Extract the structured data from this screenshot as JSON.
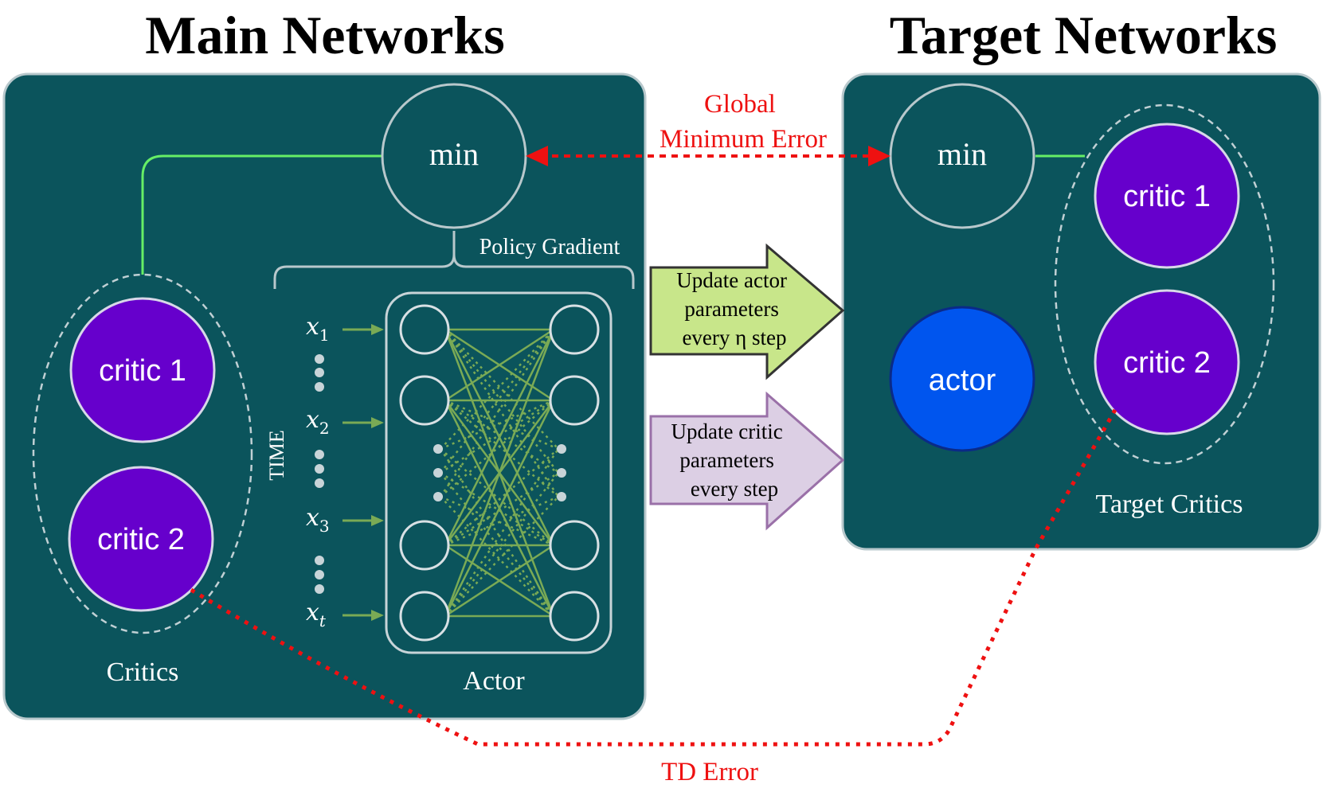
{
  "titles": {
    "main": "Main Networks",
    "target": "Target Networks"
  },
  "main_panel": {
    "min_label": "min",
    "policy_gradient": "Policy Gradient",
    "critic_1": "critic 1",
    "critic_2": "critic 2",
    "critics_caption": "Critics",
    "actor_caption": "Actor",
    "time_label": "TIME",
    "inputs": [
      {
        "base": "x",
        "sub": "1"
      },
      {
        "base": "x",
        "sub": "2"
      },
      {
        "base": "x",
        "sub": "3"
      },
      {
        "base": "x",
        "sub": "t"
      }
    ]
  },
  "target_panel": {
    "min_label": "min",
    "critic_1": "critic 1",
    "critic_2": "critic 2",
    "actor": "actor",
    "critics_caption": "Target Critics"
  },
  "arrows": {
    "actor_update": [
      "Update actor",
      "parameters",
      "every η step"
    ],
    "critic_update": [
      "Update critic",
      "parameters",
      "every step"
    ]
  },
  "errors": {
    "global": [
      "Global",
      "Minimum Error"
    ],
    "td": "TD Error"
  },
  "colors": {
    "panel": "#0b545c",
    "panel_border": "#b8c8cc",
    "critic": "#6600cc",
    "actor": "#0055ee",
    "net_line": "#7aaa55",
    "green_line": "#66ee66",
    "error": "#ee1111",
    "actor_arrow": "#c8e68a",
    "critic_arrow": "#dccfe4",
    "critic_arrow_border": "#9a70a8"
  }
}
